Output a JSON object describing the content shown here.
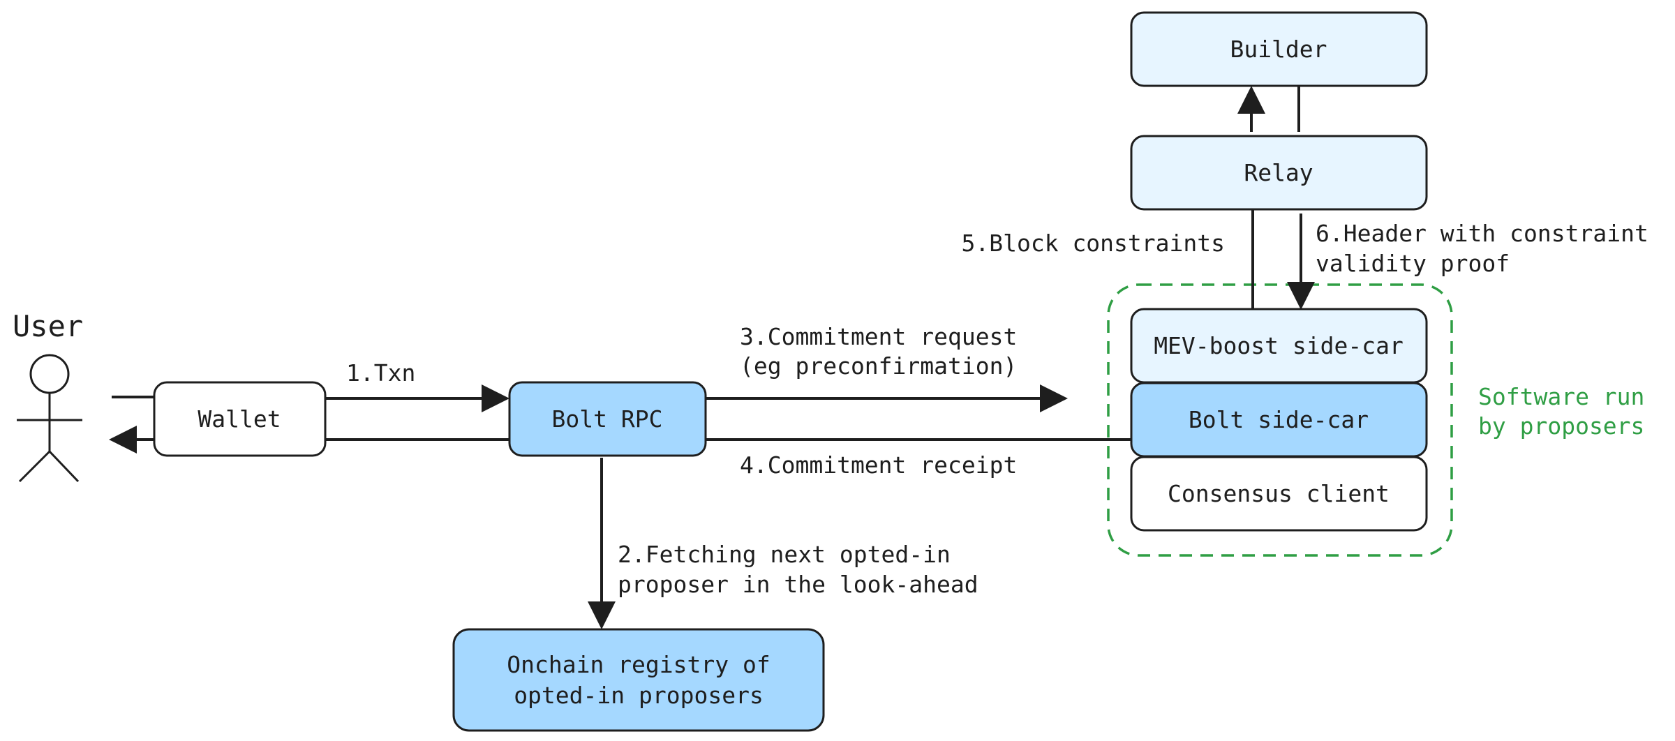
{
  "colors": {
    "stroke": "#1e1e1e",
    "light_fill": "#e7f5ff",
    "blue_fill": "#a5d8ff",
    "white_fill": "#ffffff",
    "green": "#2f9e44"
  },
  "actors": {
    "user": {
      "label": "User",
      "icon": "stick-figure-icon"
    }
  },
  "boxes": {
    "wallet": "Wallet",
    "bolt_rpc": "Bolt RPC",
    "onchain_registry": [
      "Onchain registry of",
      "opted-in proposers"
    ],
    "builder": "Builder",
    "relay": "Relay",
    "mev_boost": "MEV-boost side-car",
    "bolt_sidecar": "Bolt side-car",
    "consensus_client": "Consensus client"
  },
  "edges": {
    "txn": "1.Txn",
    "fetching": [
      "2.Fetching next opted-in",
      "proposer in the look-ahead"
    ],
    "commitment_request": [
      "3.Commitment request",
      "(eg preconfirmation)"
    ],
    "commitment_receipt": "4.Commitment receipt",
    "block_constraints": "5.Block constraints",
    "header_proof": [
      "6.Header with constraint",
      "validity proof"
    ]
  },
  "group": {
    "label": [
      "Software run",
      "by proposers"
    ]
  }
}
